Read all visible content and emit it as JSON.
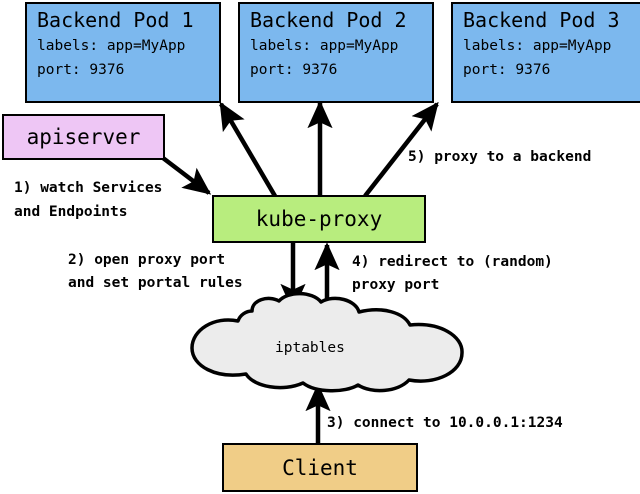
{
  "diagram": {
    "title": "kube-proxy iptables service proxy flow",
    "colors": {
      "pod_fill": "#7cb8ee",
      "apiserver_fill": "#eec6f5",
      "kubeproxy_fill": "#b8ed7e",
      "cloud_fill": "#ececec",
      "client_fill": "#f0cd87",
      "stroke": "#000000"
    },
    "pods": [
      {
        "title": "Backend Pod 1",
        "labels": "labels: app=MyApp",
        "port": "port: 9376"
      },
      {
        "title": "Backend Pod 2",
        "labels": "labels: app=MyApp",
        "port": "port: 9376"
      },
      {
        "title": "Backend Pod 3",
        "labels": "labels: app=MyApp",
        "port": "port: 9376"
      }
    ],
    "apiserver": {
      "label": "apiserver"
    },
    "kubeproxy": {
      "label": "kube-proxy"
    },
    "iptables": {
      "label": "iptables"
    },
    "client": {
      "label": "Client"
    },
    "steps": {
      "step1_line1": "1) watch Services",
      "step1_line2": "and Endpoints",
      "step2_line1": "2) open proxy port",
      "step2_line2": "and set portal rules",
      "step3": "3) connect to 10.0.0.1:1234",
      "step4_line1": "4) redirect to (random)",
      "step4_line2": "proxy port",
      "step5": "5) proxy to a backend"
    }
  }
}
